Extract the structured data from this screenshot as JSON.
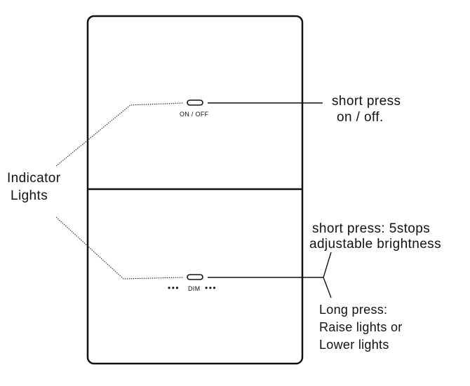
{
  "switch": {
    "top_label": "ON / OFF",
    "bottom_label": "DIM",
    "dots": "•••"
  },
  "callouts": {
    "indicator": [
      "Indicator",
      "Lights"
    ],
    "onoff": [
      "short press",
      "on / off."
    ],
    "dim_short": [
      "short press: 5stops",
      "adjustable brightness"
    ],
    "dim_long": [
      "Long press:",
      "Raise lights or",
      "Lower lights"
    ]
  }
}
